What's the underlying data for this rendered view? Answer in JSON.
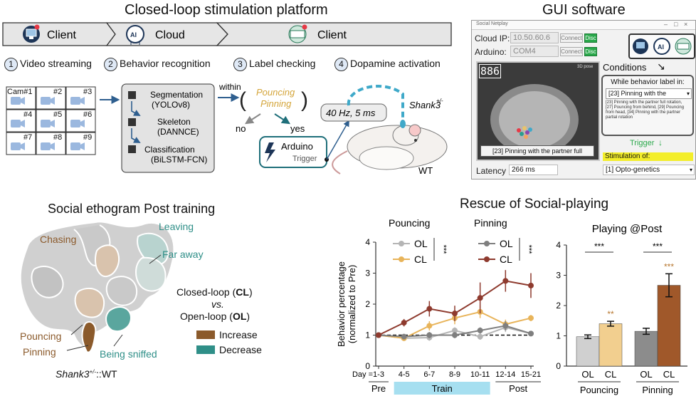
{
  "platform": {
    "title": "Closed-loop stimulation platform",
    "banner": [
      "Client",
      "Cloud",
      "Client"
    ],
    "steps": [
      {
        "num": "1",
        "label": "Video streaming"
      },
      {
        "num": "2",
        "label": "Behavior recognition"
      },
      {
        "num": "3",
        "label": "Label checking"
      },
      {
        "num": "4",
        "label": "Dopamine activation"
      }
    ],
    "cams": [
      "Cam#1",
      "#2",
      "#3",
      "#4",
      "#5",
      "#6",
      "#7",
      "#8",
      "#9"
    ],
    "models": [
      {
        "name": "Segmentation",
        "sub": "(YOLOv8)"
      },
      {
        "name": "Skeleton",
        "sub": "(DANNCE)"
      },
      {
        "name": "Classification",
        "sub": "(BiLSTM-FCN)"
      }
    ],
    "within": "within",
    "labels_check": [
      "Pouncing",
      "Pinning"
    ],
    "no": "no",
    "yes": "yes",
    "arduino": "Arduino",
    "trigger": "Trigger",
    "stim_param": "40 Hz, 5 ms",
    "shank3": "Shank3",
    "shank3_sup": "+/-",
    "wt": "WT"
  },
  "gui": {
    "title": "GUI software",
    "window_title": "Social Netplay",
    "cloud_ip_label": "Cloud IP:",
    "cloud_ip_value": "10.50.60.6",
    "arduino_label": "Arduino:",
    "arduino_value": "COM4",
    "connect": "Connect",
    "disc": "Disc",
    "frame_counter": "886",
    "pose_tag": "3D pose",
    "video_caption": "[23] Pinning with the partner full",
    "conditions": "Conditions",
    "while_label": "While behavior label in:",
    "selected_label": "[23] Pinning with the",
    "label_list": "[23] Pinning with the partner full rotation, [27] Pouncing from behind, [29] Pouncing from head, [34] Pinning with the partner partial rotation",
    "trigger": "Trigger",
    "stim_of": "Stimulation of:",
    "stim_value": "[1] Opto-genetics",
    "latency_label": "Latency",
    "latency_value": "266 ms",
    "colors": {
      "highlight": "#f3ee2a",
      "trigger": "#29a84a"
    }
  },
  "ethogram": {
    "title": "Social ethogram Post training",
    "labels": {
      "chasing": "Chasing",
      "leaving": "Leaving",
      "far_away": "Far away",
      "pouncing": "Pouncing",
      "pinning": "Pinning",
      "being_sniffed": "Being sniffed"
    },
    "cl_line": "Closed-loop (",
    "cl_abbr": "CL",
    "vs": "vs.",
    "ol_line": "Open-loop (",
    "ol_abbr": "OL",
    "close_paren": ")",
    "legend": [
      {
        "label": "Increase",
        "color": "#8b5a2b"
      },
      {
        "label": "Decrease",
        "color": "#2f8f88"
      }
    ],
    "genotype": "Shank3",
    "genotype_sup": "+/-",
    "genotype_suffix": "::WT"
  },
  "rescue_title": "Rescue of Social-playing",
  "chart_data": [
    {
      "type": "line",
      "title": "",
      "group_labels": [
        "Pouncing",
        "Pinning"
      ],
      "ylabel": "Behavior percentage (normalized to Pre)",
      "xlabel_prefix": "Day =",
      "categories": [
        "1-3",
        "4-5",
        "6-7",
        "8-9",
        "10-11",
        "12-14",
        "15-21"
      ],
      "phases": [
        {
          "label": "Pre",
          "from": 0,
          "to": 0
        },
        {
          "label": "Train",
          "from": 1,
          "to": 4
        },
        {
          "label": "Post",
          "from": 5,
          "to": 6
        }
      ],
      "ylim": [
        0,
        4
      ],
      "yticks": [
        0,
        1,
        2,
        3,
        4
      ],
      "reference_line": 1,
      "significance": "***",
      "series": [
        {
          "name": "OL",
          "group": "Pouncing",
          "color": "#b5b5b5",
          "values": [
            1.0,
            0.9,
            0.92,
            1.15,
            0.95,
            1.25,
            1.05
          ],
          "err": [
            0.05,
            0.08,
            0.1,
            0.1,
            0.1,
            0.15,
            0.08
          ]
        },
        {
          "name": "CL",
          "group": "Pouncing",
          "color": "#e8b45a",
          "values": [
            1.0,
            0.9,
            1.3,
            1.55,
            1.75,
            1.35,
            1.55
          ],
          "err": [
            0.05,
            0.08,
            0.15,
            0.2,
            0.2,
            0.15,
            0.1
          ]
        },
        {
          "name": "OL",
          "group": "Pinning",
          "color": "#7f7f7f",
          "values": [
            1.0,
            0.95,
            1.0,
            1.0,
            1.15,
            1.3,
            1.05
          ],
          "err": [
            0.05,
            0.08,
            0.1,
            0.1,
            0.1,
            0.15,
            0.08
          ]
        },
        {
          "name": "CL",
          "group": "Pinning",
          "color": "#8e3a2e",
          "values": [
            1.0,
            1.4,
            1.85,
            1.7,
            2.2,
            2.75,
            2.6
          ],
          "err": [
            0.05,
            0.12,
            0.25,
            0.25,
            0.5,
            0.35,
            0.4
          ]
        }
      ]
    },
    {
      "type": "bar",
      "title": "Playing @Post",
      "groups": [
        "Pouncing",
        "Pinning"
      ],
      "categories": [
        "OL",
        "CL",
        "OL",
        "CL"
      ],
      "values": [
        0.97,
        1.4,
        1.15,
        2.67
      ],
      "err": [
        0.06,
        0.08,
        0.1,
        0.38
      ],
      "colors": [
        "#d0d0d0",
        "#f2cf8f",
        "#8c8c8c",
        "#a0582a"
      ],
      "ylim": [
        0,
        4
      ],
      "yticks": [
        0,
        1,
        2,
        3,
        4
      ],
      "group_sig": "***",
      "bar_sig": [
        "",
        "**",
        "",
        "***"
      ],
      "bar_sig_color": "#b7772f"
    }
  ]
}
